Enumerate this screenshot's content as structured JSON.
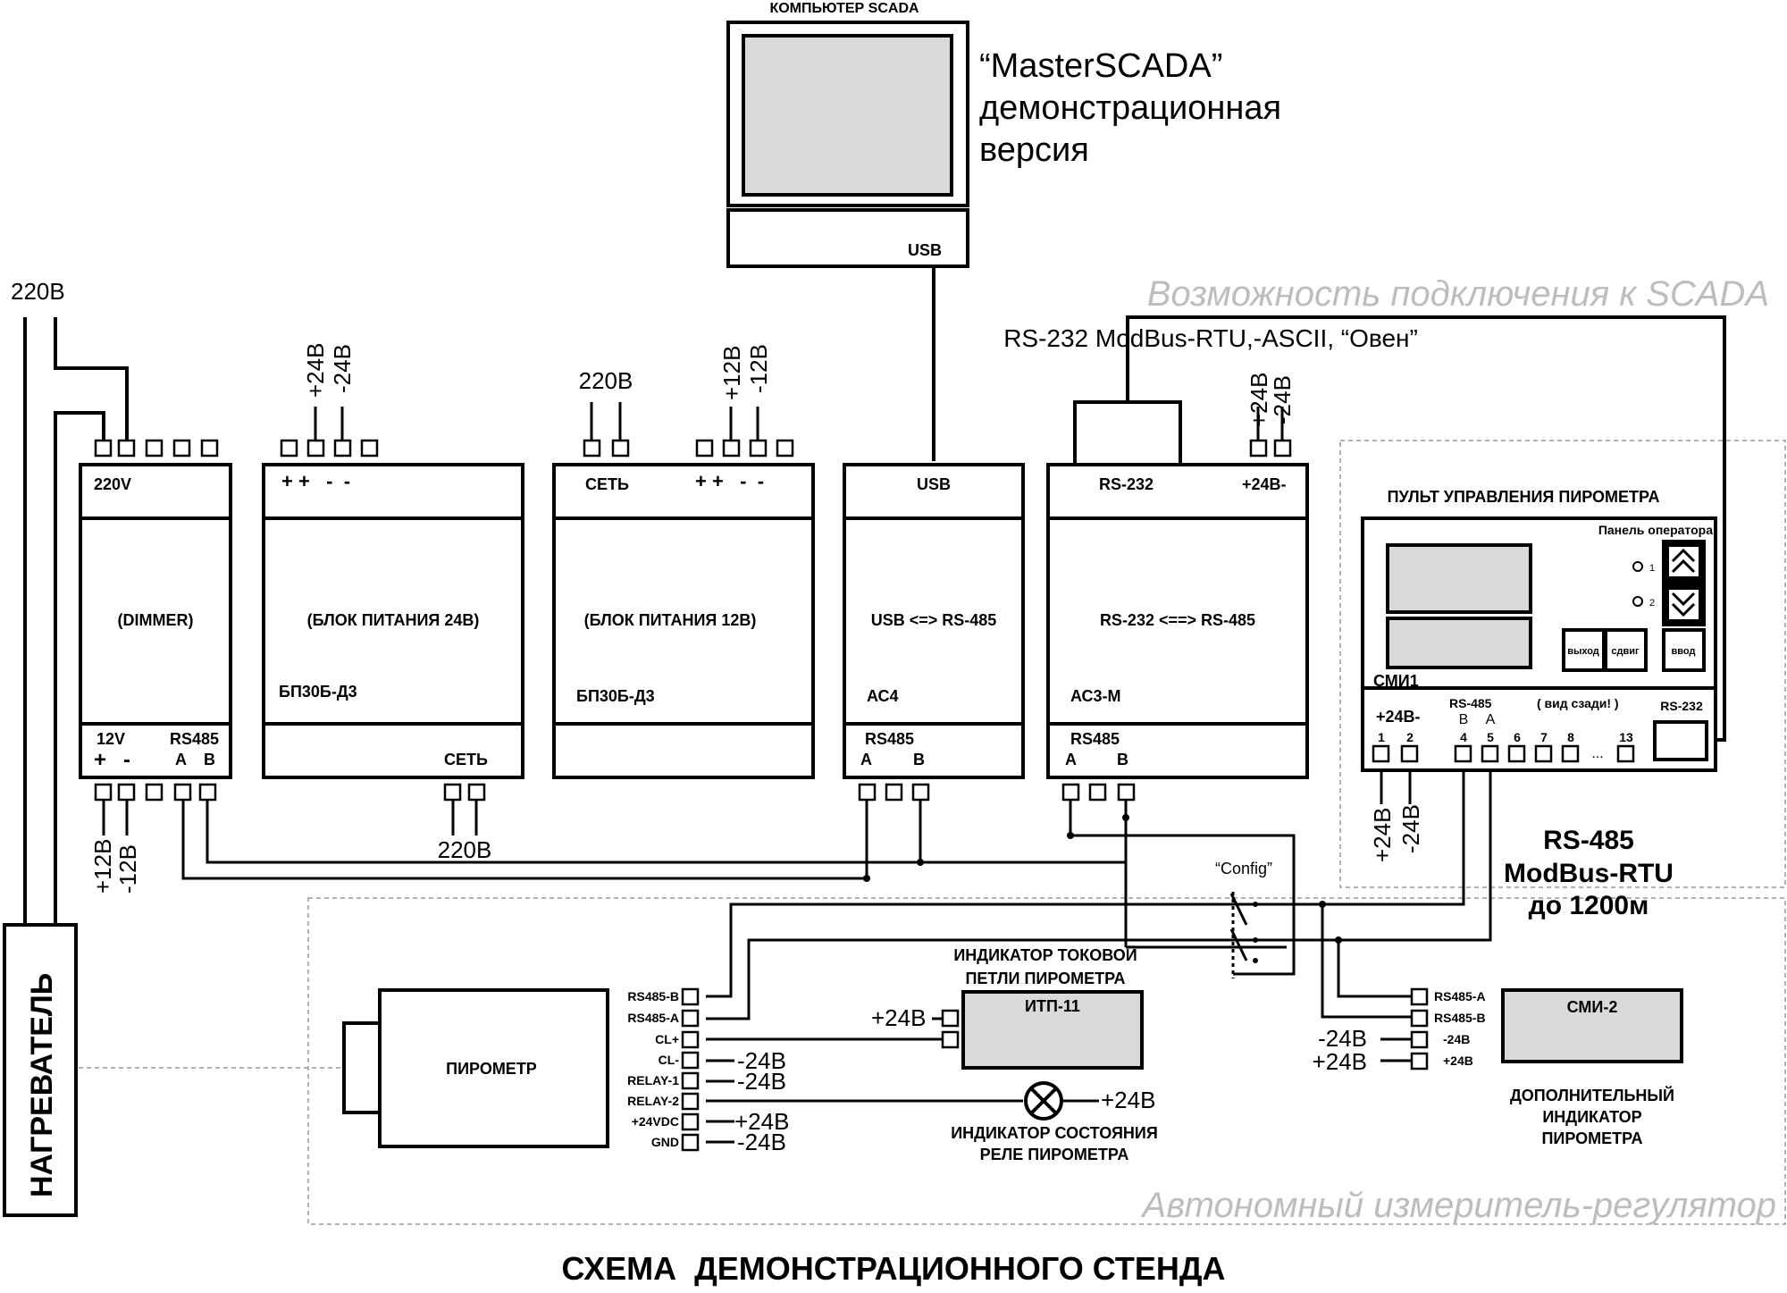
{
  "title": "СХЕМА  ДЕМОНСТРАЦИОННОГО СТЕНДА",
  "computer": {
    "label": "КОМПЬЮТЕР SCADA",
    "port": "USB"
  },
  "scada_note": {
    "line1": "“MasterSCADA”",
    "line2": "демонстрационная",
    "line3": "версия"
  },
  "scada_connection_note": "Возможность подключения к SCADA",
  "rs232_protocols": "RS-232 ModBus-RTU,-ASCII, “Овен”",
  "autonomous_note": "Автономный измеритель-регулятор",
  "supply_main": "220В",
  "heater": "НАГРЕВАТЕЛЬ",
  "dimmer": {
    "top": "220V",
    "name": "(DIMMER)",
    "bl1": "12V",
    "bl2": "RS485",
    "plus": "+",
    "minus": "-",
    "a": "A",
    "b": "B",
    "out_plus": "+12В",
    "out_minus": "-12В"
  },
  "psu24": {
    "top": "+ +   -  -",
    "name": "(БЛОК ПИТАНИЯ 24В)",
    "model": "БП30Б-Д3",
    "bottom": "СЕТЬ",
    "out_plus": "+24В",
    "out_minus": "-24В",
    "in": "220В"
  },
  "psu12": {
    "net": "СЕТЬ",
    "top": "+ +   -  -",
    "name": "(БЛОК ПИТАНИЯ 12В)",
    "model": "БП30Б-Д3",
    "out_plus": "+12В",
    "out_minus": "-12В",
    "in": "220В"
  },
  "ac4": {
    "top": "USB",
    "name": "USB <=> RS-485",
    "model": "АС4",
    "bl": "RS485",
    "a": "A",
    "b": "B"
  },
  "ac3": {
    "top1": "RS-232",
    "top2": "+24В-",
    "name": "RS-232 <==> RS-485",
    "model": "АС3-М",
    "bl": "RS485",
    "a": "A",
    "b": "B",
    "out_plus": "+24В",
    "out_minus": "-24В"
  },
  "console": {
    "title": "ПУЛЬТ УПРАВЛЕНИЯ ПИРОМЕТРА",
    "panel": "Панель оператора",
    "led1": "1",
    "led2": "2",
    "btn_exit": "выход",
    "btn_shift": "сдвиг",
    "btn_enter": "ввод",
    "model": "СМИ1",
    "power": "+24В-",
    "rs485": "RS-485",
    "back": "( вид сзади! )",
    "ba_b": "B",
    "ba_a": "A",
    "pins": [
      "1",
      "2",
      "4",
      "5",
      "6",
      "7",
      "8",
      "13"
    ],
    "ellipsis": "...",
    "rs232": "RS-232",
    "out_plus": "+24В",
    "out_minus": "-24В"
  },
  "rs485_note": {
    "line1": "RS-485",
    "line2": "ModBus-RTU",
    "line3": "до 1200м"
  },
  "config": "“Config”",
  "itp": {
    "title1": "ИНДИКАТОР ТОКОВОЙ",
    "title2": "ПЕТЛИ ПИРОМЕТРА",
    "name": "ИТП-11",
    "plus": "+24В"
  },
  "pyrometer": {
    "name": "ПИРОМЕТР",
    "terminals": [
      "RS485-B",
      "RS485-A",
      "CL+",
      "CL-",
      "RELAY-1",
      "RELAY-2",
      "+24VDC",
      "GND"
    ],
    "cl_minus": "-24В",
    "relay1": "-24В",
    "vdc": "+24В",
    "gnd": "-24В"
  },
  "relay_indicator": {
    "line1": "ИНДИКАТОР СОСТОЯНИЯ",
    "line2": "РЕЛЕ ПИРОМЕТРА",
    "plus": "+24В"
  },
  "smi2": {
    "name": "СМИ-2",
    "terminals": [
      "RS485-A",
      "RS485-B",
      "-24В",
      "+24В"
    ],
    "ext_minus": "-24В",
    "ext_plus": "+24В",
    "desc1": "ДОПОЛНИТЕЛЬНЫЙ",
    "desc2": "ИНДИКАТОР",
    "desc3": "ПИРОМЕТРА"
  }
}
